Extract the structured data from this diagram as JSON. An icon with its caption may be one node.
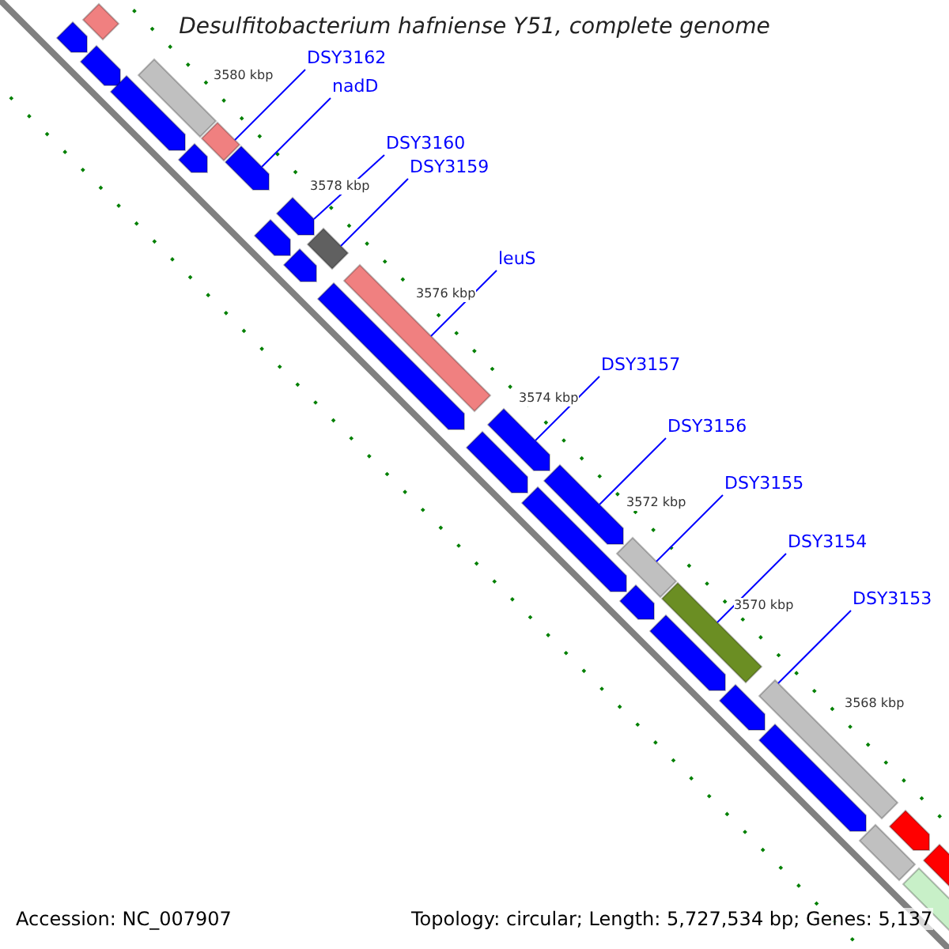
{
  "diagram": {
    "title": "Desulfitobacterium hafniense Y51, complete genome",
    "nodes": [
      {
        "text": [
          "DSY3162"
        ]
      },
      {
        "text": [
          "nadD"
        ]
      },
      {
        "text": [
          "DSY3160"
        ]
      },
      {
        "text": [
          "DSY3159"
        ]
      },
      {
        "text": [
          "leuS"
        ]
      },
      {
        "text": [
          "DSY3157"
        ]
      },
      {
        "text": [
          "DSY3156"
        ]
      },
      {
        "text": [
          "DSY3155"
        ]
      },
      {
        "text": [
          "DSY3154"
        ]
      },
      {
        "text": [
          "DSY3153"
        ]
      },
      {
        "text": [],
        "shape": "arrow"
      },
      {
        "text": [],
        "shape": "bar"
      },
      {
        "text": [],
        "shape": "arrow"
      },
      {
        "text": [],
        "shape": "arrow"
      },
      {
        "text": [],
        "shape": "bar"
      },
      {
        "text": [],
        "shape": "arrow"
      },
      {
        "text": [],
        "shape": "bar"
      },
      {
        "text": [],
        "shape": "arrow"
      },
      {
        "text": [],
        "shape": "arrow"
      },
      {
        "text": [],
        "shape": "arrow"
      },
      {
        "text": [],
        "shape": "arrow"
      },
      {
        "text": [],
        "shape": "bar"
      },
      {
        "text": [],
        "shape": "arrow"
      },
      {
        "text": [],
        "shape": "bar"
      },
      {
        "text": [],
        "shape": "arrow"
      },
      {
        "text": [],
        "shape": "arrow"
      },
      {
        "text": [],
        "shape": "arrow"
      },
      {
        "text": [],
        "shape": "arrow"
      },
      {
        "text": [],
        "shape": "bar"
      },
      {
        "text": [],
        "shape": "arrow"
      },
      {
        "text": [],
        "shape": "bar"
      },
      {
        "text": [],
        "shape": "arrow"
      },
      {
        "text": [],
        "shape": "arrow"
      },
      {
        "text": [],
        "shape": "bar"
      },
      {
        "text": [],
        "shape": "arrow"
      },
      {
        "text": [],
        "shape": "bar"
      },
      {
        "text": [],
        "shape": "arrow"
      },
      {
        "text": [],
        "shape": "arrow"
      },
      {
        "text": [],
        "shape": "arrow"
      }
    ],
    "edges": [
      {
        "from": 0,
        "to": 16,
        "arrow": "none"
      },
      {
        "from": 1,
        "to": 17,
        "arrow": "none"
      },
      {
        "from": 2,
        "to": 19,
        "arrow": "none"
      },
      {
        "from": 3,
        "to": 21,
        "arrow": "none"
      },
      {
        "from": 4,
        "to": 23,
        "arrow": "none"
      },
      {
        "from": 5,
        "to": 24,
        "arrow": "none"
      },
      {
        "from": 6,
        "to": 26,
        "arrow": "none"
      },
      {
        "from": 7,
        "to": 28,
        "arrow": "none"
      },
      {
        "from": 8,
        "to": 30,
        "arrow": "none"
      },
      {
        "from": 9,
        "to": 33,
        "arrow": "none"
      }
    ],
    "labels": [
      "3580 kbp",
      "3578 kbp",
      "3576 kbp",
      "3574 kbp",
      "3572 kbp",
      "3570 kbp",
      "3568 kbp",
      "Accession: NC_007907",
      "Topology: circular; Length: 5,727,534 bp; Genes: 5,137"
    ]
  }
}
